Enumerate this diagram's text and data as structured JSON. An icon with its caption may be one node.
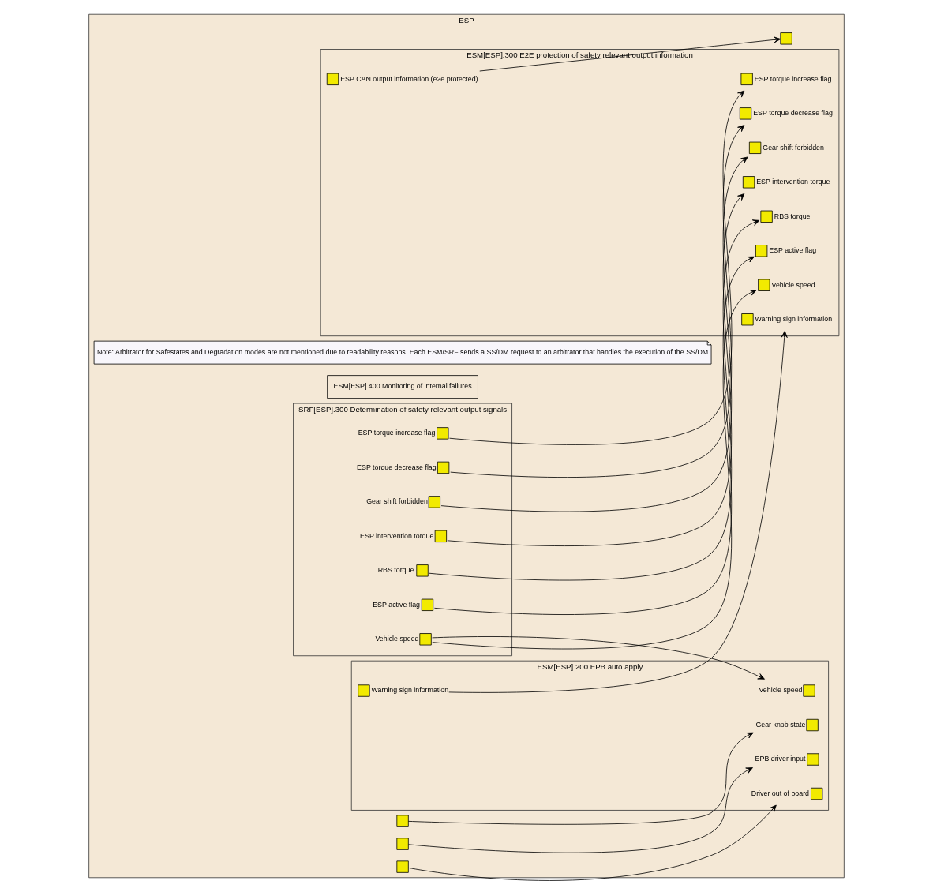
{
  "diagram": {
    "nodes": [
      {
        "text": [
          "ESP"
        ]
      },
      {
        "text": [
          "Note: Arbitrator for Safestates and Degradation modes are not mentioned due to readability reasons. Each ESM/SRF sends a SS/DM request to an arbitrator that handles the execution of the SS/DM"
        ],
        "in": 0
      },
      {
        "text": [
          "ESM[ESP].400 Monitoring of internal failures"
        ],
        "in": 0
      },
      {
        "text": [
          "SRF[ESP].300 Determination of safety relevant output signals"
        ],
        "in": 0
      },
      {
        "text": [],
        "shape": "box",
        "beside": [
          "Gear shift forbidden"
        ],
        "in": 3
      },
      {
        "text": [],
        "shape": "box",
        "beside": [
          "ESP intervention torque"
        ],
        "in": 3
      },
      {
        "text": [],
        "shape": "box",
        "beside": [
          "RBS torque"
        ],
        "in": 3
      },
      {
        "text": [],
        "shape": "box",
        "beside": [
          "ESP active flag"
        ],
        "in": 3
      },
      {
        "text": [],
        "shape": "box",
        "beside": [
          "ESP torque increase flag"
        ],
        "in": 3
      },
      {
        "text": [],
        "shape": "box",
        "beside": [
          "ESP torque decrease flag"
        ],
        "in": 3
      },
      {
        "text": [],
        "shape": "box",
        "beside": [
          "Vehicle speed"
        ],
        "in": 3
      },
      {
        "text": [
          "ESM[ESP].300 E2E protection of safety relevant output information"
        ],
        "in": 0
      },
      {
        "text": [],
        "shape": "box",
        "beside": [
          "Gear shift forbidden"
        ],
        "in": 11
      },
      {
        "text": [],
        "shape": "box",
        "beside": [
          "ESP intervention torque"
        ],
        "in": 11
      },
      {
        "text": [],
        "shape": "box",
        "beside": [
          "RBS torque"
        ],
        "in": 11
      },
      {
        "text": [],
        "shape": "box",
        "beside": [
          "ESP active flag"
        ],
        "in": 11
      },
      {
        "text": [],
        "shape": "box",
        "beside": [
          "ESP torque increase flag"
        ],
        "in": 11
      },
      {
        "text": [],
        "shape": "box",
        "beside": [
          "ESP torque decrease flag"
        ],
        "in": 11
      },
      {
        "text": [],
        "shape": "box",
        "beside": [
          "Vehicle speed"
        ],
        "in": 11
      },
      {
        "text": [],
        "shape": "box",
        "beside": [
          "ESP CAN output information (e2e protected)"
        ],
        "in": 11
      },
      {
        "text": [],
        "shape": "box",
        "beside": [
          "Warning sign information"
        ],
        "in": 11
      },
      {
        "text": [
          "ESM[ESP].200 EPB auto apply"
        ],
        "in": 0
      },
      {
        "text": [],
        "shape": "box",
        "beside": [
          "Vehicle speed"
        ],
        "in": 21
      },
      {
        "text": [],
        "shape": "box",
        "beside": [
          "Gear knob state"
        ],
        "in": 21
      },
      {
        "text": [],
        "shape": "box",
        "beside": [
          "EPB driver input"
        ],
        "in": 21
      },
      {
        "text": [],
        "shape": "box",
        "beside": [
          "Driver out of board"
        ],
        "in": 21
      },
      {
        "text": [],
        "shape": "box",
        "beside": [
          "Warning sign information"
        ],
        "in": 21
      },
      {
        "text": [],
        "shape": "box",
        "in": 0
      },
      {
        "text": [],
        "shape": "box",
        "in": 0
      },
      {
        "text": [],
        "shape": "box",
        "in": 0
      },
      {
        "text": [],
        "shape": "box",
        "in": 0
      }
    ],
    "edges": [
      {
        "from": 4,
        "to": 12,
        "arrow": "to"
      },
      {
        "from": 5,
        "to": 13,
        "arrow": "to"
      },
      {
        "from": 6,
        "to": 14,
        "arrow": "to"
      },
      {
        "from": 7,
        "to": 15,
        "arrow": "to"
      },
      {
        "from": 8,
        "to": 16,
        "arrow": "to"
      },
      {
        "from": 9,
        "to": 17,
        "arrow": "to"
      },
      {
        "from": 10,
        "to": 18,
        "arrow": "to"
      },
      {
        "from": 10,
        "to": 22,
        "arrow": "to"
      },
      {
        "from": 19,
        "to": 27,
        "arrow": "to"
      },
      {
        "from": 26,
        "to": 20,
        "arrow": "to"
      },
      {
        "from": 28,
        "to": 23,
        "arrow": "to"
      },
      {
        "from": 29,
        "to": 24,
        "arrow": "to"
      },
      {
        "from": 30,
        "to": 25,
        "arrow": "to"
      }
    ]
  }
}
